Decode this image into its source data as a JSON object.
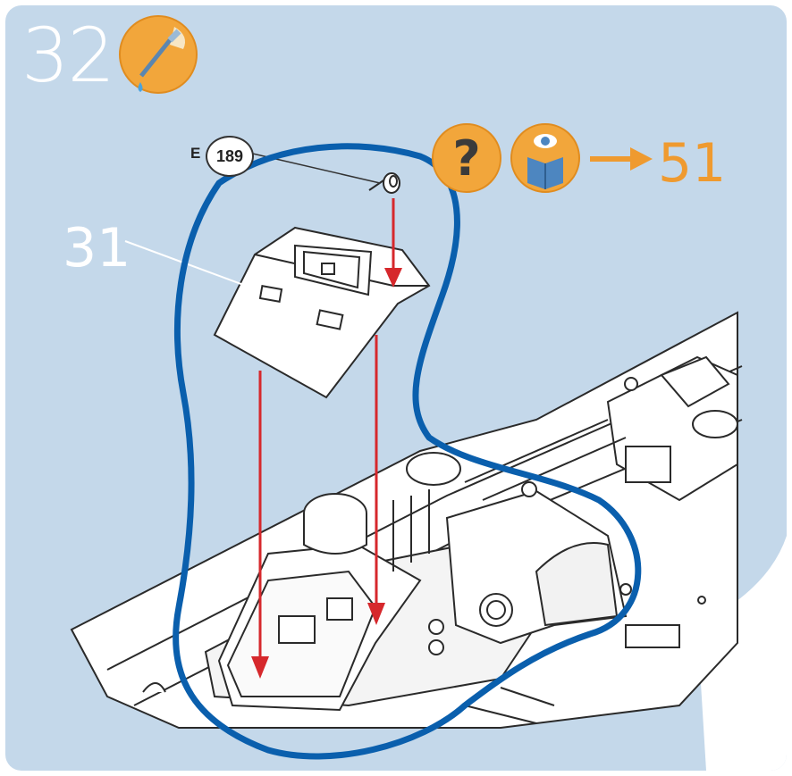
{
  "step": {
    "number": "32"
  },
  "icons": {
    "glue": "glue-dropper-icon",
    "help": "question-mark-icon",
    "reference": "book-eye-icon",
    "arrow": "orange-arrow-icon"
  },
  "reference_step": "51",
  "part": {
    "number": "31"
  },
  "sprue": {
    "letter": "E",
    "part_number": "189"
  },
  "colors": {
    "background": "#c4d8ea",
    "accent_orange": "#ef9a2f",
    "highlight_blue": "#0a5fad",
    "arrow_red": "#d6282c"
  }
}
